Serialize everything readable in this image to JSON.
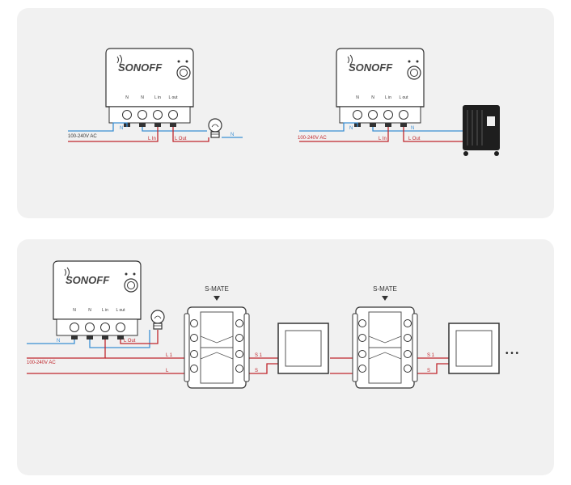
{
  "brand": "SONOFF",
  "terminals": {
    "n1": "N",
    "n2": "N",
    "lin": "L in",
    "lout": "L out"
  },
  "wire_labels": {
    "n": "N",
    "l_in": "L In",
    "l_out": "L Out",
    "l1": "L 1",
    "l": "L",
    "s1": "S 1",
    "s": "S"
  },
  "supply": "100-240V AC",
  "smate": "S-MATE",
  "ellipsis": "• • •",
  "colors": {
    "neutral": "#3b8fd4",
    "live": "#c0272d",
    "panel": "#f1f1f1",
    "device": "#ffffff",
    "outline": "#333333"
  }
}
